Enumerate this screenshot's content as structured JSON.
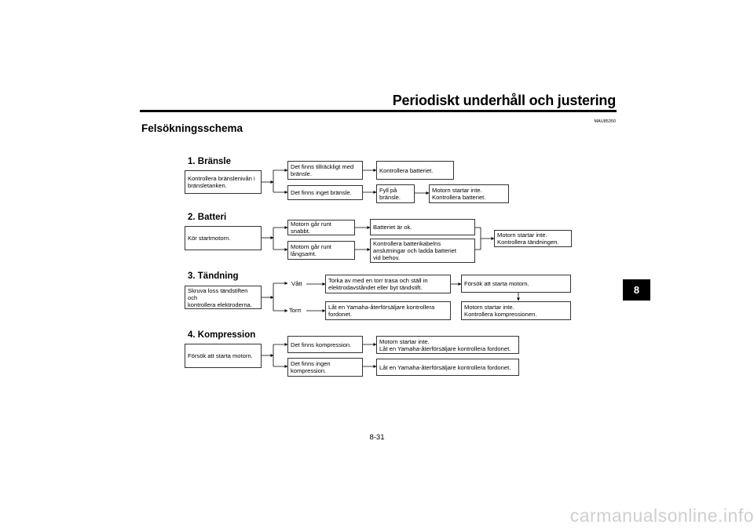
{
  "header": {
    "title": "Periodiskt underhåll och justering"
  },
  "section": {
    "title": "Felsökningsschema",
    "code": "MAU85350"
  },
  "chapter_tab": "8",
  "page_number": "8-31",
  "watermark": "carmanualsonline.info",
  "groups": {
    "fuel": {
      "title": "1. Bränsle",
      "start": "Kontrollera bränslenivån i\nbränsletanken.",
      "sufficient": "Det finns tillräckligt med\nbränsle.",
      "check_battery": "Kontrollera batteriet.",
      "none": "Det finns inget bränsle.",
      "refuel": "Fyll på\nbränsle.",
      "not_start": "Motorn startar inte.\nKontrollera batteriet."
    },
    "battery": {
      "title": "2. Batteri",
      "start": "Kör startmotorn.",
      "fast": "Motorn går runt snabbt.",
      "ok": "Batteriet är ok.",
      "slow": "Motorn går runt\nlångsamt.",
      "check_cables": "Kontrollera batterikabelns\nanslutningar och ladda batteriet\nvid behov.",
      "not_start": "Motorn startar inte.\nKontrollera tändningen."
    },
    "ignition": {
      "title": "3. Tändning",
      "start": "Skruva loss tändstiften och\nkontrollera elektroderna.",
      "wet": "Vått",
      "wipe": "Torka av med en torr trasa och ställ in\nelektrodavståndet eller byt tändstift.",
      "try_start": "Försök att starta motorn.",
      "dry": "Torrt",
      "dealer": "Låt en Yamaha-återförsäljare kontrollera\nfordonet.",
      "not_start": "Motorn startar inte.\nKontrollera kompressionen."
    },
    "compression": {
      "title": "4. Kompression",
      "start": "Försök att starta motorn.",
      "has": "Det finns kompression.",
      "not_start": "Motorn startar inte.\nLåt en Yamaha-återförsäljare kontrollera fordonet.",
      "none": "Det finns ingen\nkompression.",
      "dealer": "Låt en Yamaha-återförsäljare kontrollera fordonet."
    }
  }
}
